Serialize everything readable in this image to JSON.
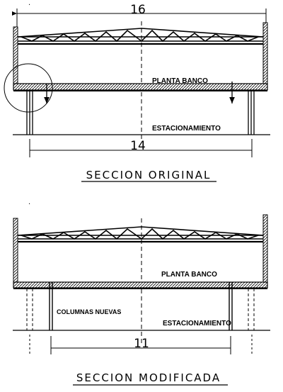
{
  "original": {
    "top_dimension": "16",
    "bottom_dimension": "14",
    "label_bank_floor": "PLANTA BANCO",
    "label_parking": "ESTACIONAMIENTO",
    "title": "SECCION  ORIGINAL"
  },
  "modified": {
    "bottom_dimension": "11",
    "label_bank_floor": "PLANTA BANCO",
    "label_new_columns": "COLUMNAS  NUEVAS",
    "label_parking": "ESTACIONAMIENTO",
    "title": "SECCION  MODIFICADA"
  }
}
